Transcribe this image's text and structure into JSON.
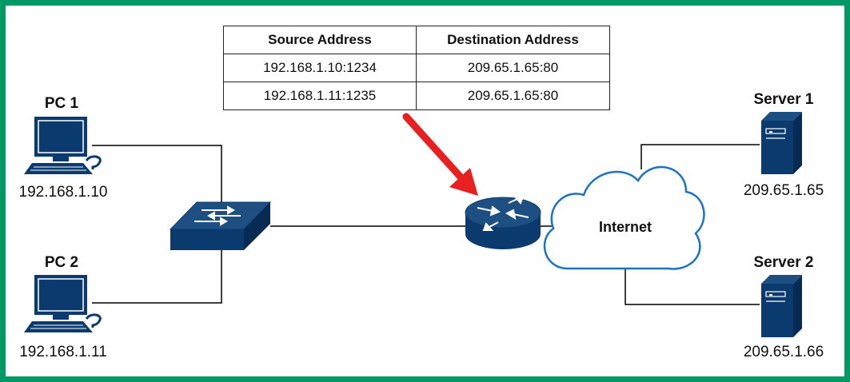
{
  "colors": {
    "frame": "#009966",
    "device_blue": "#0b3b6e",
    "cloud_stroke": "#1a73c8",
    "arrow": "#e8201f",
    "line": "#000000"
  },
  "nat_table": {
    "headers": [
      "Source Address",
      "Destination Address"
    ],
    "rows": [
      [
        "192.168.1.10:1234",
        "209.65.1.65:80"
      ],
      [
        "192.168.1.11:1235",
        "209.65.1.65:80"
      ]
    ]
  },
  "hosts": [
    {
      "name": "PC 1",
      "ip": "192.168.1.10",
      "icon": "pc-icon"
    },
    {
      "name": "PC 2",
      "ip": "192.168.1.11",
      "icon": "pc-icon"
    }
  ],
  "servers": [
    {
      "name": "Server 1",
      "ip": "209.65.1.65",
      "icon": "server-icon"
    },
    {
      "name": "Server 2",
      "ip": "209.65.1.66",
      "icon": "server-icon"
    }
  ],
  "network": {
    "switch_icon": "switch-icon",
    "router_icon": "router-icon",
    "cloud_label": "Internet"
  }
}
